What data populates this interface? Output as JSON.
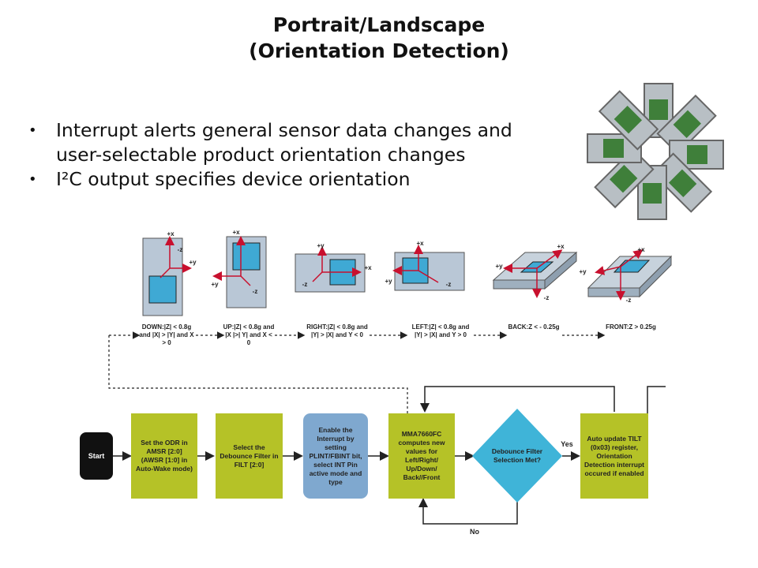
{
  "title": {
    "line1": "Portrait/Landscape",
    "line2": "(Orientation Detection)"
  },
  "bullets": [
    "Interrupt alerts general sensor data changes and user-selectable product orientation changes",
    "I²C output specifies device orientation"
  ],
  "bullet_glyph": "•",
  "orientations": [
    {
      "label": "DOWN:|Z| < 0.8g and |X| > |Y| and X > 0"
    },
    {
      "label": "UP:|Z| < 0.8g and |X |>| Y| and X < 0"
    },
    {
      "label": "RIGHT:|Z| < 0.8g and |Y| > |X| and Y < 0"
    },
    {
      "label": "LEFT:|Z| < 0.8g and |Y| > |X| and Y > 0"
    },
    {
      "label": "BACK:Z < - 0.25g"
    },
    {
      "label": "FRONT:Z > 0.25g"
    }
  ],
  "axes": {
    "px": "+x",
    "py": "+y",
    "mz": "-z"
  },
  "flow": {
    "start": "Start",
    "step1": "Set the ODR in AMSR [2:0] (AWSR [1:0] in Auto-Wake mode)",
    "step2": "Select the Debounce Filter in FILT [2:0]",
    "step3": "Enable the Interrupt by setting PLINT/FBINT bit, select INT Pin active mode and type",
    "step4": "MMA7660FC computes new values for Left/Right/ Up/Down/ Back//Front",
    "decision": "Debounce Filter Selection Met?",
    "yes": "Yes",
    "no": "No",
    "step5": "Auto update TILT (0x03) register, Orientation Detection interrupt occured if enabled"
  },
  "colors": {
    "arrow": "#c8102e",
    "device_body": "#b9c7d6",
    "sensor_square": "#3fa9d4",
    "green_box": "#b5c227",
    "blue_box": "#7fa8cf",
    "diamond": "#3fb4d8"
  }
}
